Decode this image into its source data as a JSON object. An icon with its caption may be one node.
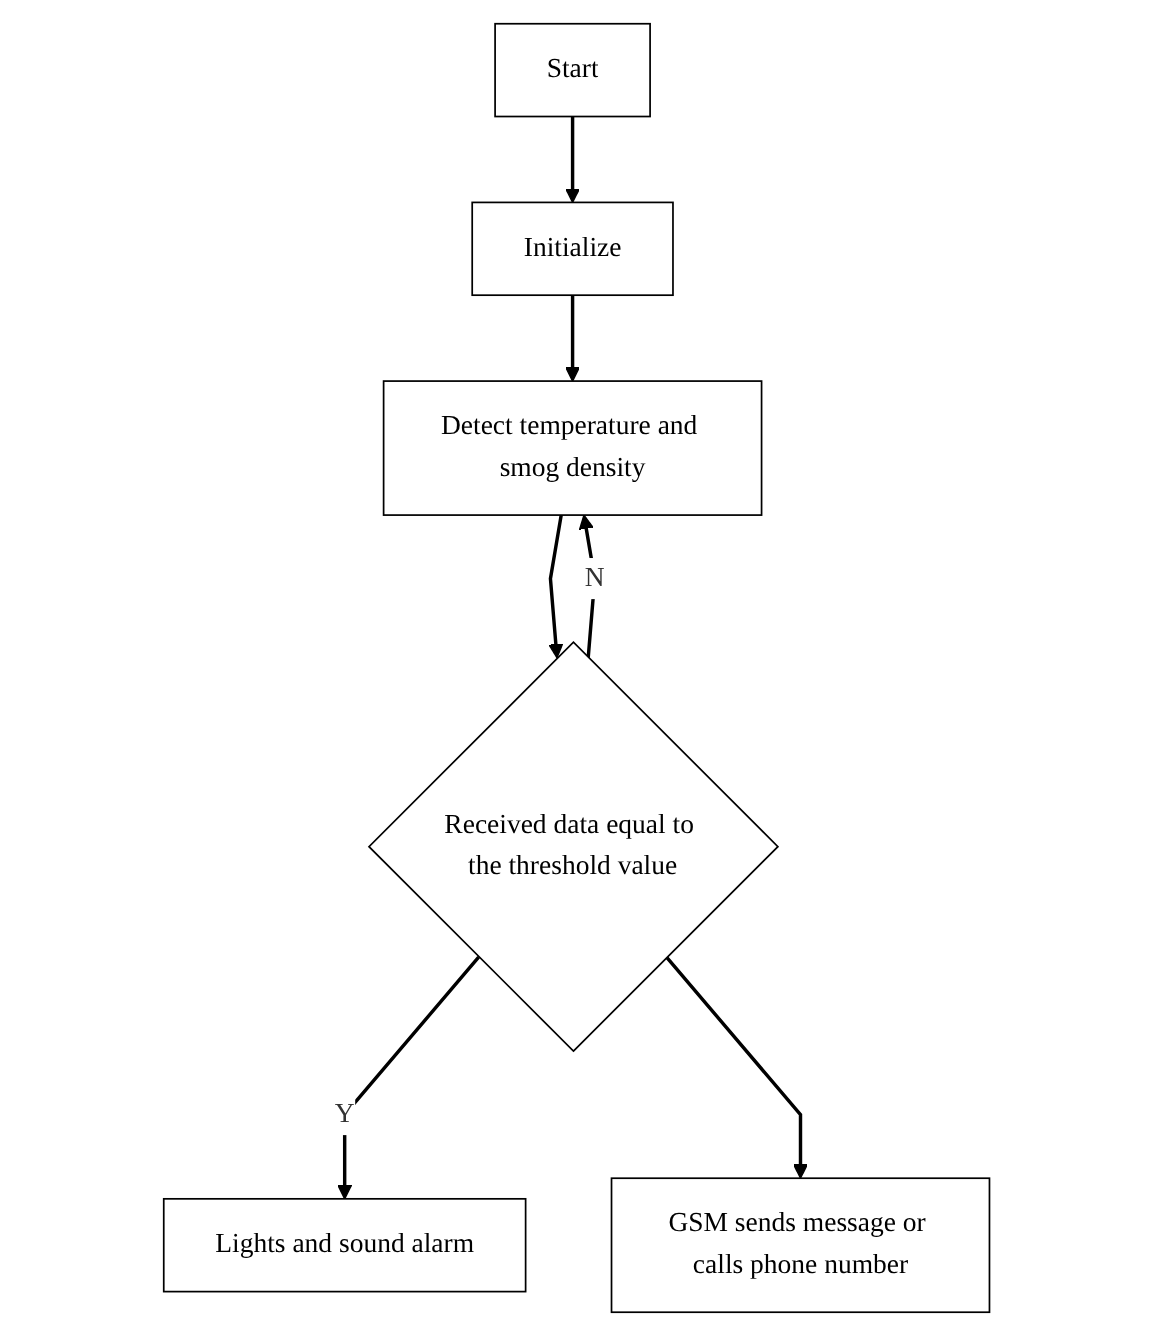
{
  "diagram": {
    "nodes": [
      {
        "text": [
          "Start"
        ]
      },
      {
        "text": [
          "Initialize"
        ]
      },
      {
        "text": [
          "Detect temperature and smog density"
        ]
      },
      {
        "text": [
          "Received data equal to the threshold value"
        ]
      },
      {
        "text": [
          "Lights and sound alarm"
        ]
      },
      {
        "text": [
          "GSM sends message or calls phone number"
        ]
      }
    ],
    "edges": [
      {
        "from": 0,
        "to": 1,
        "arrow": "to"
      },
      {
        "from": 1,
        "to": 2,
        "arrow": "to"
      },
      {
        "from": 2,
        "to": 3,
        "arrow": "to"
      },
      {
        "from": 3,
        "to": 2,
        "arrow": "to",
        "label": "N"
      },
      {
        "from": 3,
        "to": 4,
        "arrow": "to",
        "label": "Y"
      },
      {
        "from": 3,
        "to": 5,
        "arrow": "to"
      }
    ]
  }
}
